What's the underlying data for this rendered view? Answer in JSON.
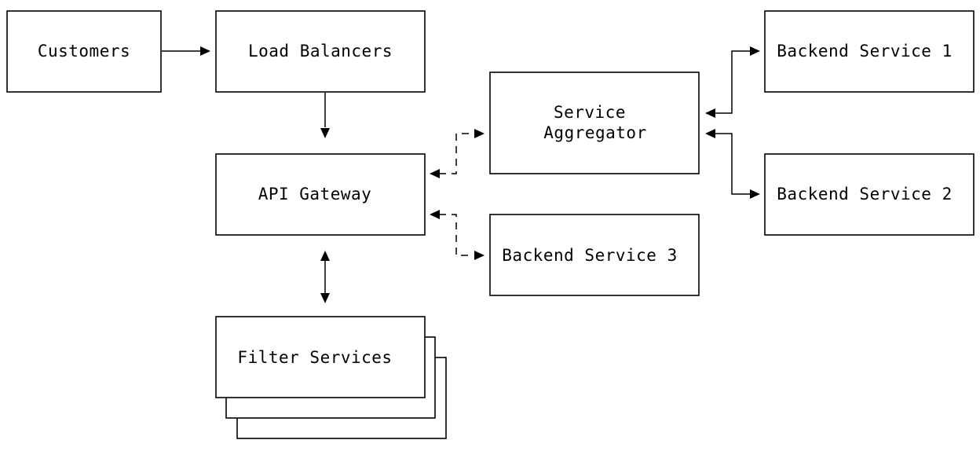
{
  "diagram": {
    "nodes": {
      "customers": "Customers",
      "load_balancers": "Load Balancers",
      "api_gateway": "API Gateway",
      "filter_services": "Filter Services",
      "service_aggregator": [
        "Service",
        "Aggregator"
      ],
      "backend_1": "Backend Service 1",
      "backend_2": "Backend Service 2",
      "backend_3": "Backend Service 3"
    }
  }
}
